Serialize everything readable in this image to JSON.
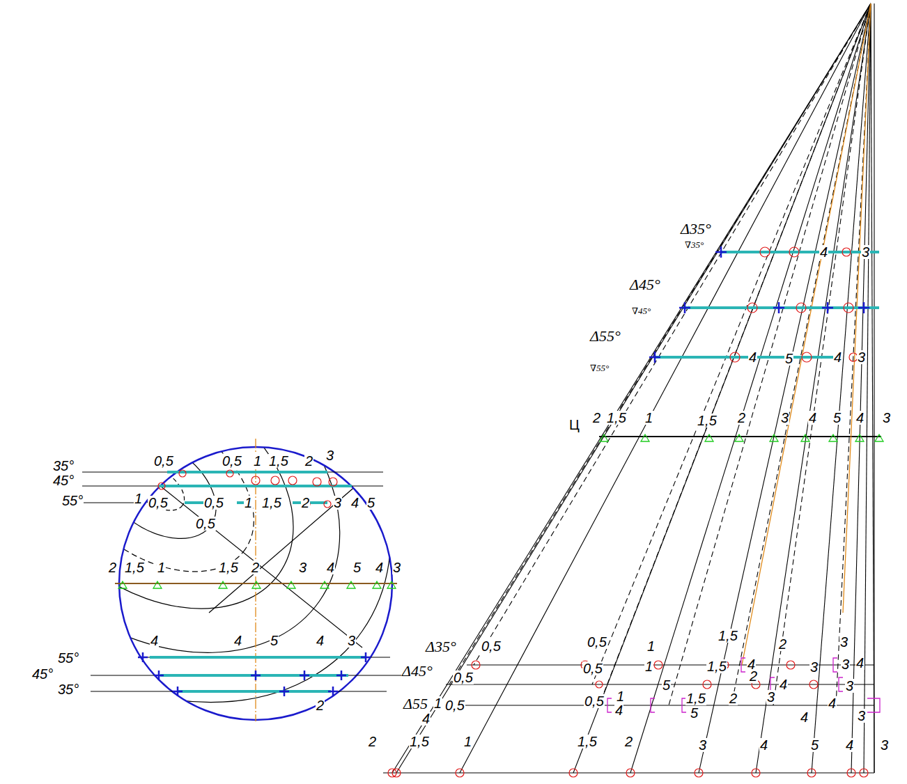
{
  "diagram": {
    "labels": [
      "35°",
      "45°",
      "55°",
      "0,5",
      "0,5",
      "1",
      "1,5",
      "2",
      "3",
      "1",
      "0,5",
      "0,5",
      "1",
      "1,5",
      "2",
      "3",
      "4",
      "5",
      "0,5",
      "2",
      "1,5",
      "1",
      "1,5",
      "2",
      "3",
      "4",
      "5",
      "4",
      "3",
      "4",
      "4",
      "5",
      "4",
      "3",
      "55°",
      "45°",
      "35°",
      "2",
      "Δ35°",
      "∇35°",
      "4",
      "3",
      "Δ45°",
      "∇45°",
      "Δ55°",
      "∇55°",
      "4",
      "5",
      "4",
      "3",
      "Ц",
      "2",
      "1,5",
      "1",
      "1,5",
      "2",
      "3",
      "4",
      "5",
      "4",
      "3",
      "Δ35°",
      "0,5",
      "0,5",
      "1",
      "1,5",
      "4",
      "2",
      "3",
      "3",
      "Δ45°",
      "0,5",
      "0,5",
      "1",
      "5",
      "1,5",
      "2",
      "4",
      "3",
      "4",
      "3",
      "Δ55",
      "1",
      "0,5",
      "4",
      "0,5",
      "1",
      "4",
      "1,5",
      "5",
      "2",
      "3",
      "4",
      "4",
      "3",
      "2",
      "1,5",
      "1",
      "1,5",
      "2",
      "3",
      "4",
      "5",
      "4",
      "3"
    ]
  }
}
